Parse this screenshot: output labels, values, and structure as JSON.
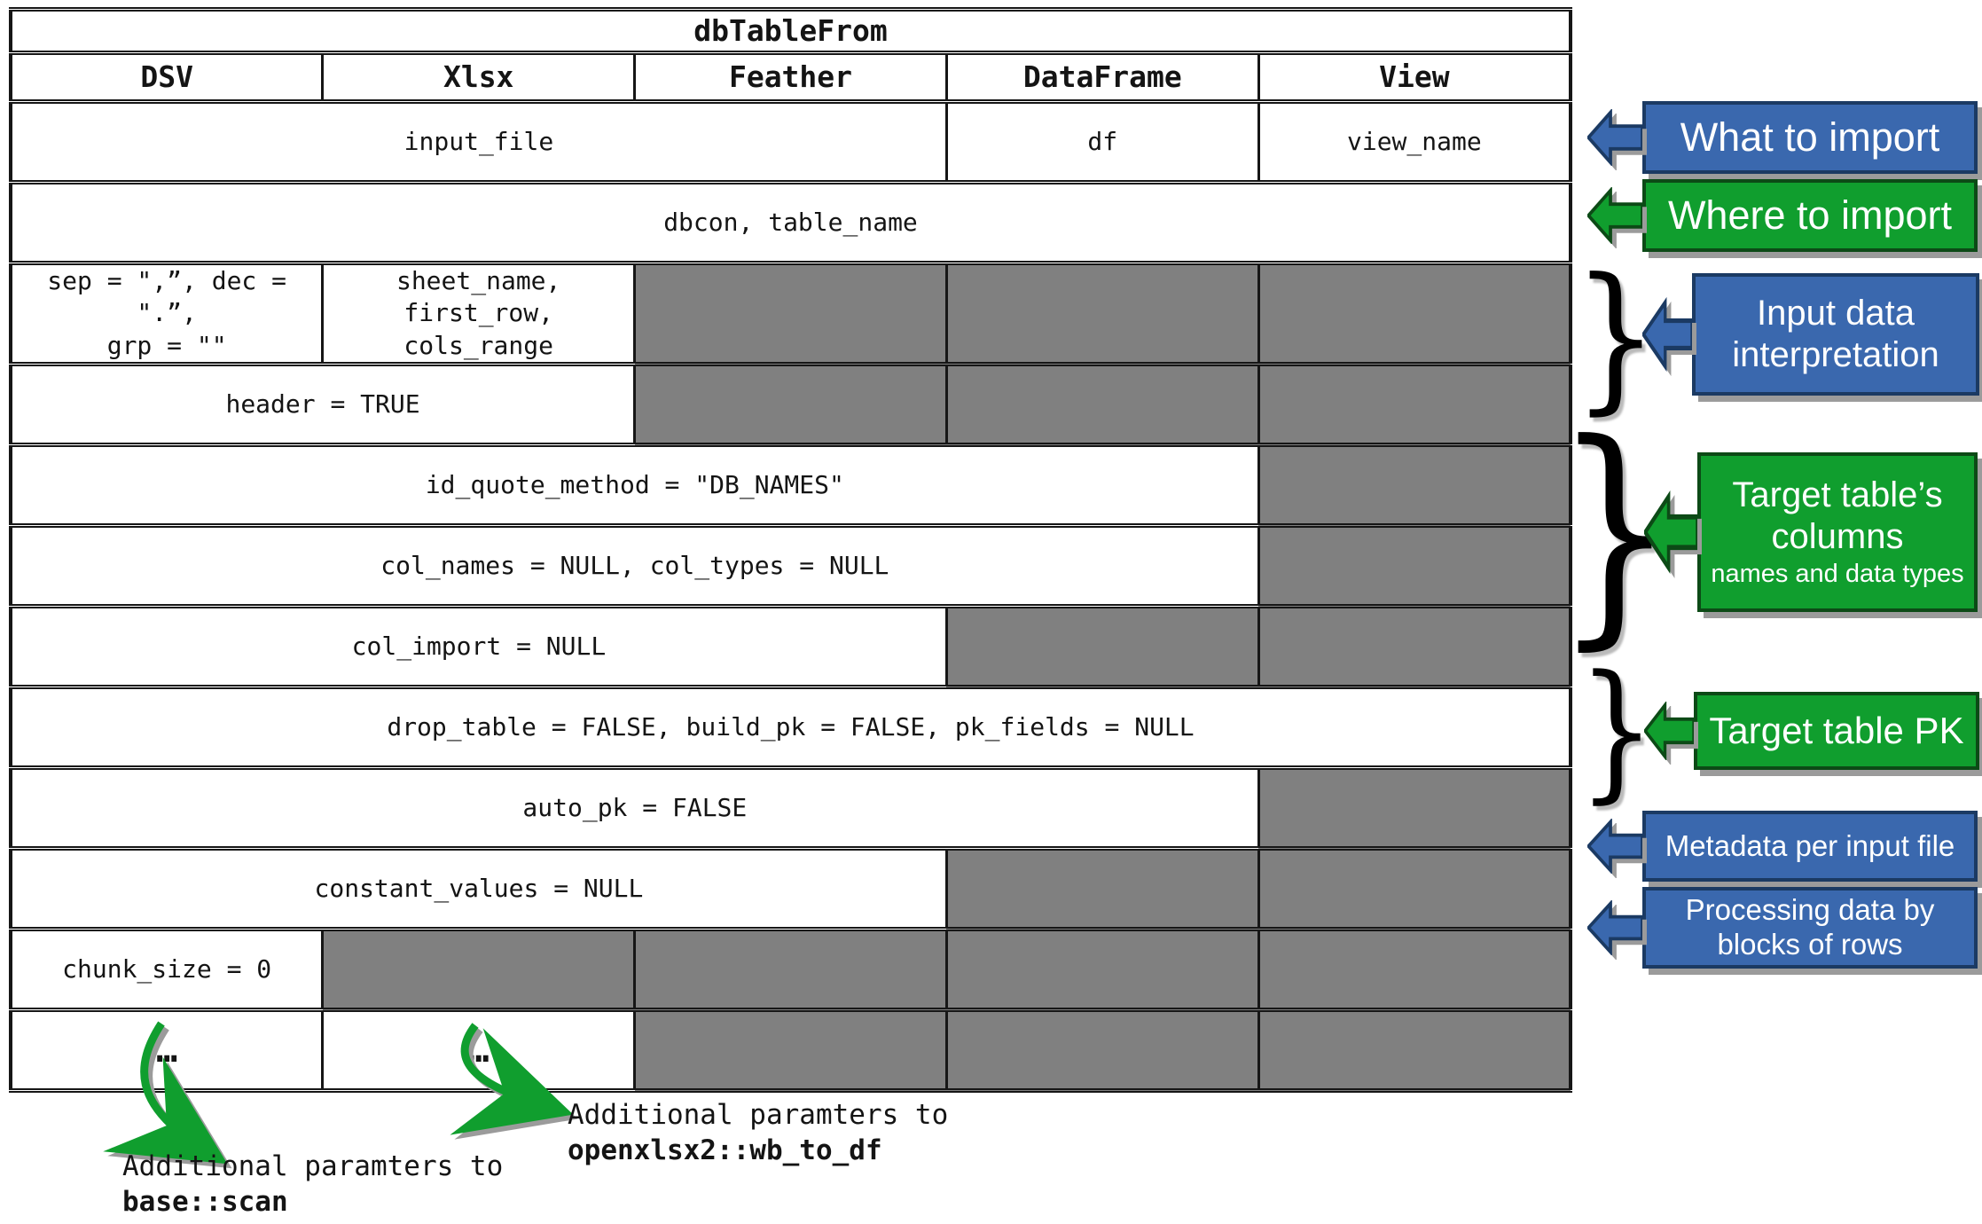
{
  "table": {
    "title": "dbTableFrom",
    "columns": [
      "DSV",
      "Xlsx",
      "Feather",
      "DataFrame",
      "View"
    ],
    "rows": [
      {
        "cells": [
          {
            "text": "input_file",
            "span": 3
          },
          {
            "text": "df",
            "span": 1
          },
          {
            "text": "view_name",
            "span": 1
          }
        ]
      },
      {
        "cells": [
          {
            "text": "dbcon, table_name",
            "span": 5
          }
        ]
      },
      {
        "cells": [
          {
            "text": "sep = \",”, dec = \".”,\ngrp = \"\"",
            "span": 1
          },
          {
            "text": "sheet_name, first_row,\ncols_range",
            "span": 1
          },
          {
            "gray": true
          },
          {
            "gray": true
          },
          {
            "gray": true
          }
        ]
      },
      {
        "cells": [
          {
            "text": "header = TRUE",
            "span": 2
          },
          {
            "gray": true
          },
          {
            "gray": true
          },
          {
            "gray": true
          }
        ]
      },
      {
        "cells": [
          {
            "text": "id_quote_method = \"DB_NAMES\"",
            "span": 4
          },
          {
            "gray": true
          }
        ]
      },
      {
        "cells": [
          {
            "text": "col_names = NULL, col_types = NULL",
            "span": 4
          },
          {
            "gray": true
          }
        ]
      },
      {
        "cells": [
          {
            "text": "col_import = NULL",
            "span": 3
          },
          {
            "gray": true
          },
          {
            "gray": true
          }
        ]
      },
      {
        "cells": [
          {
            "text": "drop_table = FALSE, build_pk = FALSE, pk_fields = NULL",
            "span": 5
          }
        ]
      },
      {
        "cells": [
          {
            "text": "auto_pk = FALSE",
            "span": 4
          },
          {
            "gray": true
          }
        ]
      },
      {
        "cells": [
          {
            "text": "constant_values = NULL",
            "span": 3
          },
          {
            "gray": true
          },
          {
            "gray": true
          }
        ]
      },
      {
        "cells": [
          {
            "text": "chunk_size = 0",
            "span": 1
          },
          {
            "gray": true
          },
          {
            "gray": true
          },
          {
            "gray": true
          },
          {
            "gray": true
          }
        ]
      },
      {
        "cells": [
          {
            "text": "…",
            "span": 1,
            "bold": true
          },
          {
            "text": "…",
            "span": 1,
            "bold": true
          },
          {
            "gray": true
          },
          {
            "gray": true
          },
          {
            "gray": true
          }
        ]
      }
    ]
  },
  "callouts": [
    {
      "id": "what-to-import",
      "color": "blue",
      "lines": [
        "What to import"
      ]
    },
    {
      "id": "where-to-import",
      "color": "green",
      "lines": [
        "Where to import"
      ]
    },
    {
      "id": "input-data-interpretation",
      "color": "blue",
      "lines": [
        "Input data",
        "interpretation"
      ]
    },
    {
      "id": "target-table-columns",
      "color": "green",
      "lines": [
        "Target table’s",
        "columns"
      ],
      "sub": "names and data types"
    },
    {
      "id": "target-table-pk",
      "color": "green",
      "lines": [
        "Target table PK"
      ]
    },
    {
      "id": "metadata-per-input-file",
      "color": "blue",
      "lines": [
        "Metadata per input file"
      ]
    },
    {
      "id": "processing-by-blocks",
      "color": "blue",
      "lines": [
        "Processing data by",
        "blocks of rows"
      ]
    }
  ],
  "annotations": [
    {
      "line1": "Additional paramters to",
      "line2": "base::scan"
    },
    {
      "line1": "Additional paramters to",
      "line2": "openxlsx2::wb_to_df"
    }
  ],
  "icons": {
    "brace": "}",
    "left_arrow": "left-arrow"
  },
  "colors": {
    "blue": "#3A68AE",
    "green": "#109E2E",
    "gray": "#808080",
    "blueborder": "#1B3A63",
    "greenborder": "#0C4A16",
    "shadow": "#9B9B9B",
    "ink": "#161616"
  }
}
